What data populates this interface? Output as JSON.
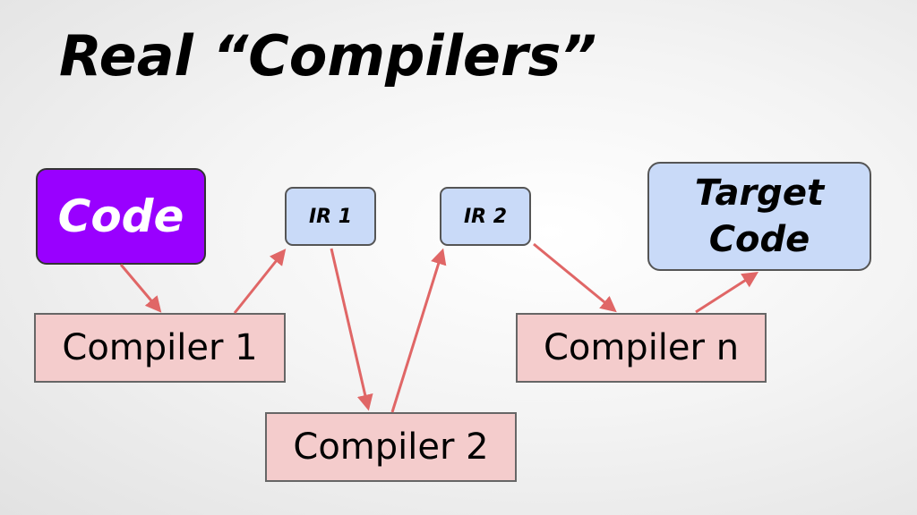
{
  "title": "Real “Compilers”",
  "nodes": {
    "code": "Code",
    "ir1": "IR 1",
    "ir2": "IR 2",
    "target": "Target\nCode",
    "compiler1": "Compiler 1",
    "compiler2": "Compiler 2",
    "compilern": "Compiler n"
  },
  "colors": {
    "code_fill": "#9900ff",
    "ir_fill": "#c9daf8",
    "compiler_fill": "#f4cccc",
    "arrow": "#e06666"
  }
}
